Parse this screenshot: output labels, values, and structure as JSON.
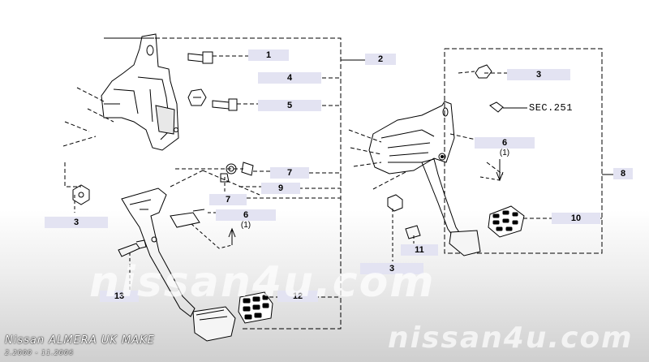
{
  "diagram": {
    "labels": {
      "l1": "1",
      "l2": "2",
      "l4": "4",
      "l5": "5",
      "l7a": "7",
      "l9": "9",
      "l7b": "7",
      "l6a": "6",
      "l6a_qty": "(1)",
      "l3a": "3",
      "l13": "13",
      "l12": "12",
      "l3b": "3",
      "l6b": "6",
      "l6b_qty": "(1)",
      "l8": "8",
      "l10": "10",
      "l11": "11",
      "l3c": "3"
    },
    "sec_ref": "SEC.251"
  },
  "branding": {
    "watermark": "nissan4u.com",
    "model": "Nissan ALMERA UK MAKE",
    "date_range": "2.2000 - 11.2006"
  }
}
